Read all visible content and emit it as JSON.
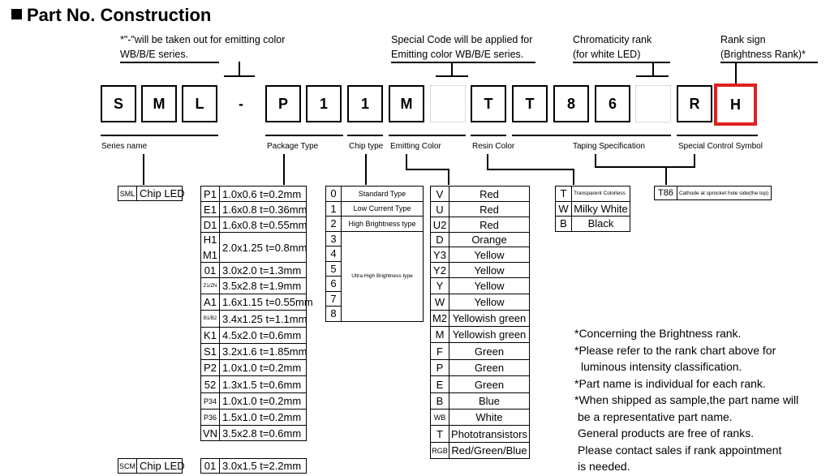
{
  "title": "Part No. Construction",
  "notes": {
    "omit": [
      "*\"-\"will be taken out for emitting color",
      "WB/B/E series."
    ],
    "special": [
      "Special Code will be applied for",
      "Emitting color WB/B/E series."
    ],
    "chroma": [
      "Chromaticity rank",
      "(for white LED)"
    ],
    "rank": [
      "Rank sign",
      "(Brightness Rank)*"
    ]
  },
  "boxes": [
    "S",
    "M",
    "L",
    "-",
    "P",
    "1",
    "1",
    "M",
    "",
    "T",
    "T",
    "8",
    "6",
    "",
    "R",
    "H"
  ],
  "labels": {
    "series": "Series name",
    "package": "Package Type",
    "chip": "Chip type",
    "emitting": "Emitting Color",
    "resin": "Resin Color",
    "taping": "Taping Specification",
    "special": "Special Control Symbol"
  },
  "series_table": [
    {
      "code": "SML",
      "name": "Chip LED"
    }
  ],
  "series_table_bottom": {
    "code": "SCM",
    "name": "Chip LED"
  },
  "package_table": [
    {
      "code": "P1",
      "desc": "1.0x0.6 t=0.2mm"
    },
    {
      "code": "E1",
      "desc": "1.6x0.8 t=0.36mm"
    },
    {
      "code": "D1",
      "desc": "1.6x0.8 t=0.55mm"
    },
    {
      "code": "H1 / M1",
      "codeA": "H1",
      "codeB": "M1",
      "desc": "2.0x1.25 t=0.8mm"
    },
    {
      "code": "01",
      "desc": "3.0x2.0 t=1.3mm"
    },
    {
      "code": "Z1/ZN",
      "desc": "3.5x2.8 t=1.9mm"
    },
    {
      "code": "A1",
      "desc": "1.6x1.15 t=0.55mm"
    },
    {
      "code": "B1/B2",
      "desc": "3.4x1.25 t=1.1mm"
    },
    {
      "code": "K1",
      "desc": "4.5x2.0 t=0.6mm"
    },
    {
      "code": "S1",
      "desc": "3.2x1.6 t=1.85mm"
    },
    {
      "code": "P2",
      "desc": "1.0x1.0 t=0.2mm"
    },
    {
      "code": "52",
      "desc": "1.3x1.5 t=0.6mm"
    },
    {
      "code": "P34",
      "desc": "1.0x1.0 t=0.2mm"
    },
    {
      "code": "P36",
      "desc": "1.5x1.0 t=0.2mm"
    },
    {
      "code": "VN",
      "desc": "3.5x2.8 t=0.6mm"
    }
  ],
  "package_bottom": {
    "code": "01",
    "desc": "3.0x1.5 t=2.2mm"
  },
  "chip_table": [
    {
      "code": "0",
      "desc": "Standard Type"
    },
    {
      "code": "1",
      "desc": "Low Current Type"
    },
    {
      "code": "2",
      "desc": "High Brightness type"
    },
    {
      "code": "3",
      "desc": ""
    },
    {
      "code": "4",
      "desc": ""
    },
    {
      "code": "5",
      "desc": ""
    },
    {
      "code": "6",
      "desc": ""
    },
    {
      "code": "7",
      "desc": ""
    },
    {
      "code": "8",
      "desc": ""
    }
  ],
  "chip_merged_desc": "Ultra High Brightness type",
  "color_table": [
    {
      "code": "V",
      "desc": "Red"
    },
    {
      "code": "U",
      "desc": "Red"
    },
    {
      "code": "U2",
      "desc": "Red"
    },
    {
      "code": "D",
      "desc": "Orange"
    },
    {
      "code": "Y3",
      "desc": "Yellow"
    },
    {
      "code": "Y2",
      "desc": "Yellow"
    },
    {
      "code": "Y",
      "desc": "Yellow"
    },
    {
      "code": "W",
      "desc": "Yellow"
    },
    {
      "code": "M2",
      "desc": "Yellowish green"
    },
    {
      "code": "M",
      "desc": "Yellowish green"
    },
    {
      "code": "F",
      "desc": "Green"
    },
    {
      "code": "P",
      "desc": "Green"
    },
    {
      "code": "E",
      "desc": "Green"
    },
    {
      "code": "B",
      "desc": "Blue"
    },
    {
      "code": "WB",
      "desc": "White"
    },
    {
      "code": "T",
      "desc": "Phototransistors"
    },
    {
      "code": "RGB",
      "desc": "Red/Green/Blue"
    }
  ],
  "resin_table": [
    {
      "code": "T",
      "desc": "Transparent Colorless"
    },
    {
      "code": "W",
      "desc": "Milky White"
    },
    {
      "code": "B",
      "desc": "Black"
    }
  ],
  "taping_table": [
    {
      "code": "T86",
      "desc": "Cathode at sprocket hole side(the top)"
    }
  ],
  "rank_notes": [
    "*Concerning the Brightness rank.",
    "*Please refer to the rank chart above for",
    "  luminous intensity classification.",
    "*Part name is individual for each rank.",
    "*When shipped as sample,the part name will",
    "  be a representative part name.",
    "  General products are free of ranks.",
    "  Please contact sales if rank appointment",
    "  is needed."
  ],
  "colors": {
    "highlight": "#e02020"
  }
}
